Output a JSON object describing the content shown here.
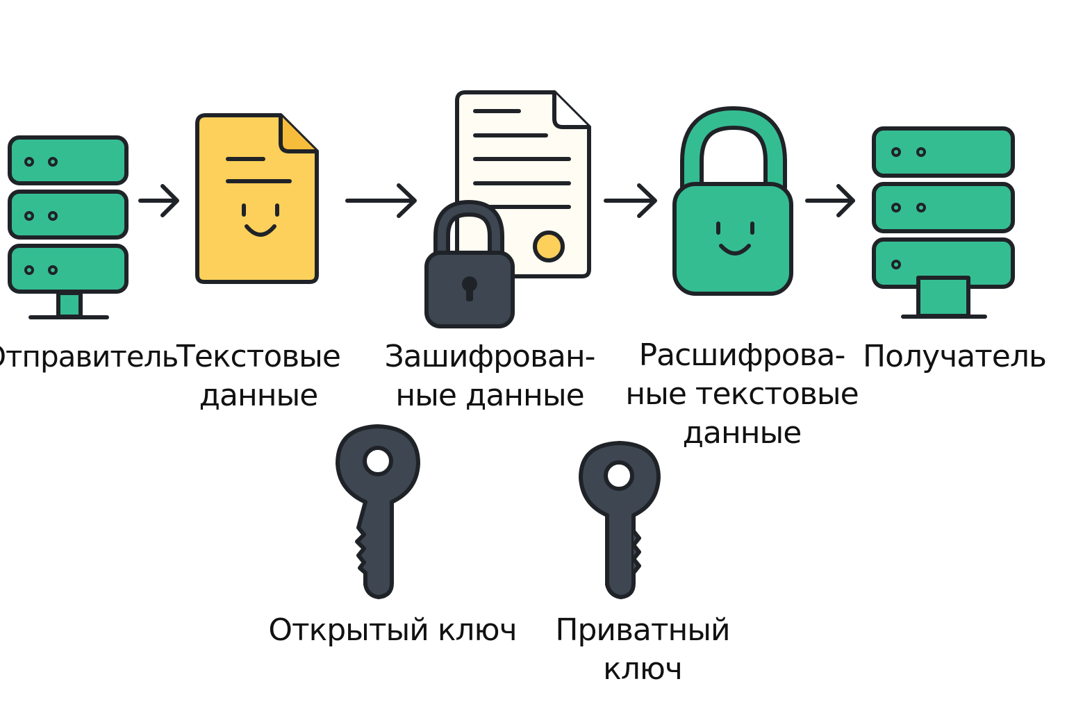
{
  "colors": {
    "ink": "#1f2328",
    "green": "#35bd92",
    "yellow": "#fcd05a",
    "paper": "#fefcf3",
    "dark": "#3d4651",
    "seal": "#fcd05a"
  },
  "nodes": [
    {
      "id": "sender",
      "icon": "server-icon",
      "label": "Отправитель"
    },
    {
      "id": "plaintext",
      "icon": "smiling-document-icon",
      "label": "Текстовые\nданные"
    },
    {
      "id": "encrypted",
      "icon": "locked-document-icon",
      "label": "Зашифрован-\nные данные"
    },
    {
      "id": "decrypted",
      "icon": "smiling-padlock-icon",
      "label": "Расшифрова-\nные текстовые\nданные"
    },
    {
      "id": "receiver",
      "icon": "server-icon",
      "label": "Получатель"
    }
  ],
  "keys": [
    {
      "id": "public",
      "icon": "key-icon",
      "label": "Открытый ключ"
    },
    {
      "id": "private",
      "icon": "key-icon",
      "label": "Приватный\nключ"
    }
  ]
}
